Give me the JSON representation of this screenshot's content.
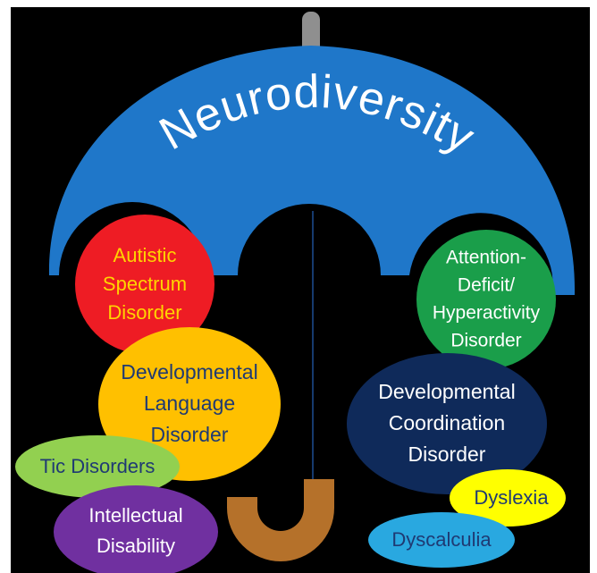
{
  "title": "Neurodiversity",
  "conditions": [
    {
      "id": "asd",
      "lines": [
        "Autistic",
        "Spectrum",
        "Disorder"
      ],
      "fill": "#ee1c24",
      "text": "#ffd400"
    },
    {
      "id": "adhd",
      "lines": [
        "Attention-",
        "Deficit/",
        "Hyperactivity",
        "Disorder"
      ],
      "fill": "#1a9e4a",
      "text": "#ffffff"
    },
    {
      "id": "dld",
      "lines": [
        "Developmental",
        "Language",
        "Disorder"
      ],
      "fill": "#ffc000",
      "text": "#1f3a73"
    },
    {
      "id": "dcd",
      "lines": [
        "Developmental",
        "Coordination",
        "Disorder"
      ],
      "fill": "#0f2a5a",
      "text": "#ffffff"
    },
    {
      "id": "tic",
      "lines": [
        "Tic Disorders"
      ],
      "fill": "#92d050",
      "text": "#1f3a73"
    },
    {
      "id": "id",
      "lines": [
        "Intellectual",
        "Disability"
      ],
      "fill": "#7030a0",
      "text": "#ffffff"
    },
    {
      "id": "dyslexia",
      "lines": [
        "Dyslexia"
      ],
      "fill": "#ffff00",
      "text": "#1f3a73"
    },
    {
      "id": "dyscalculia",
      "lines": [
        "Dyscalculia"
      ],
      "fill": "#29a8e0",
      "text": "#1f3a73"
    }
  ],
  "colors": {
    "canopy": "#1f77c9",
    "handle": "#b5712a",
    "tip": "#8f8f8f",
    "background": "#000000"
  }
}
